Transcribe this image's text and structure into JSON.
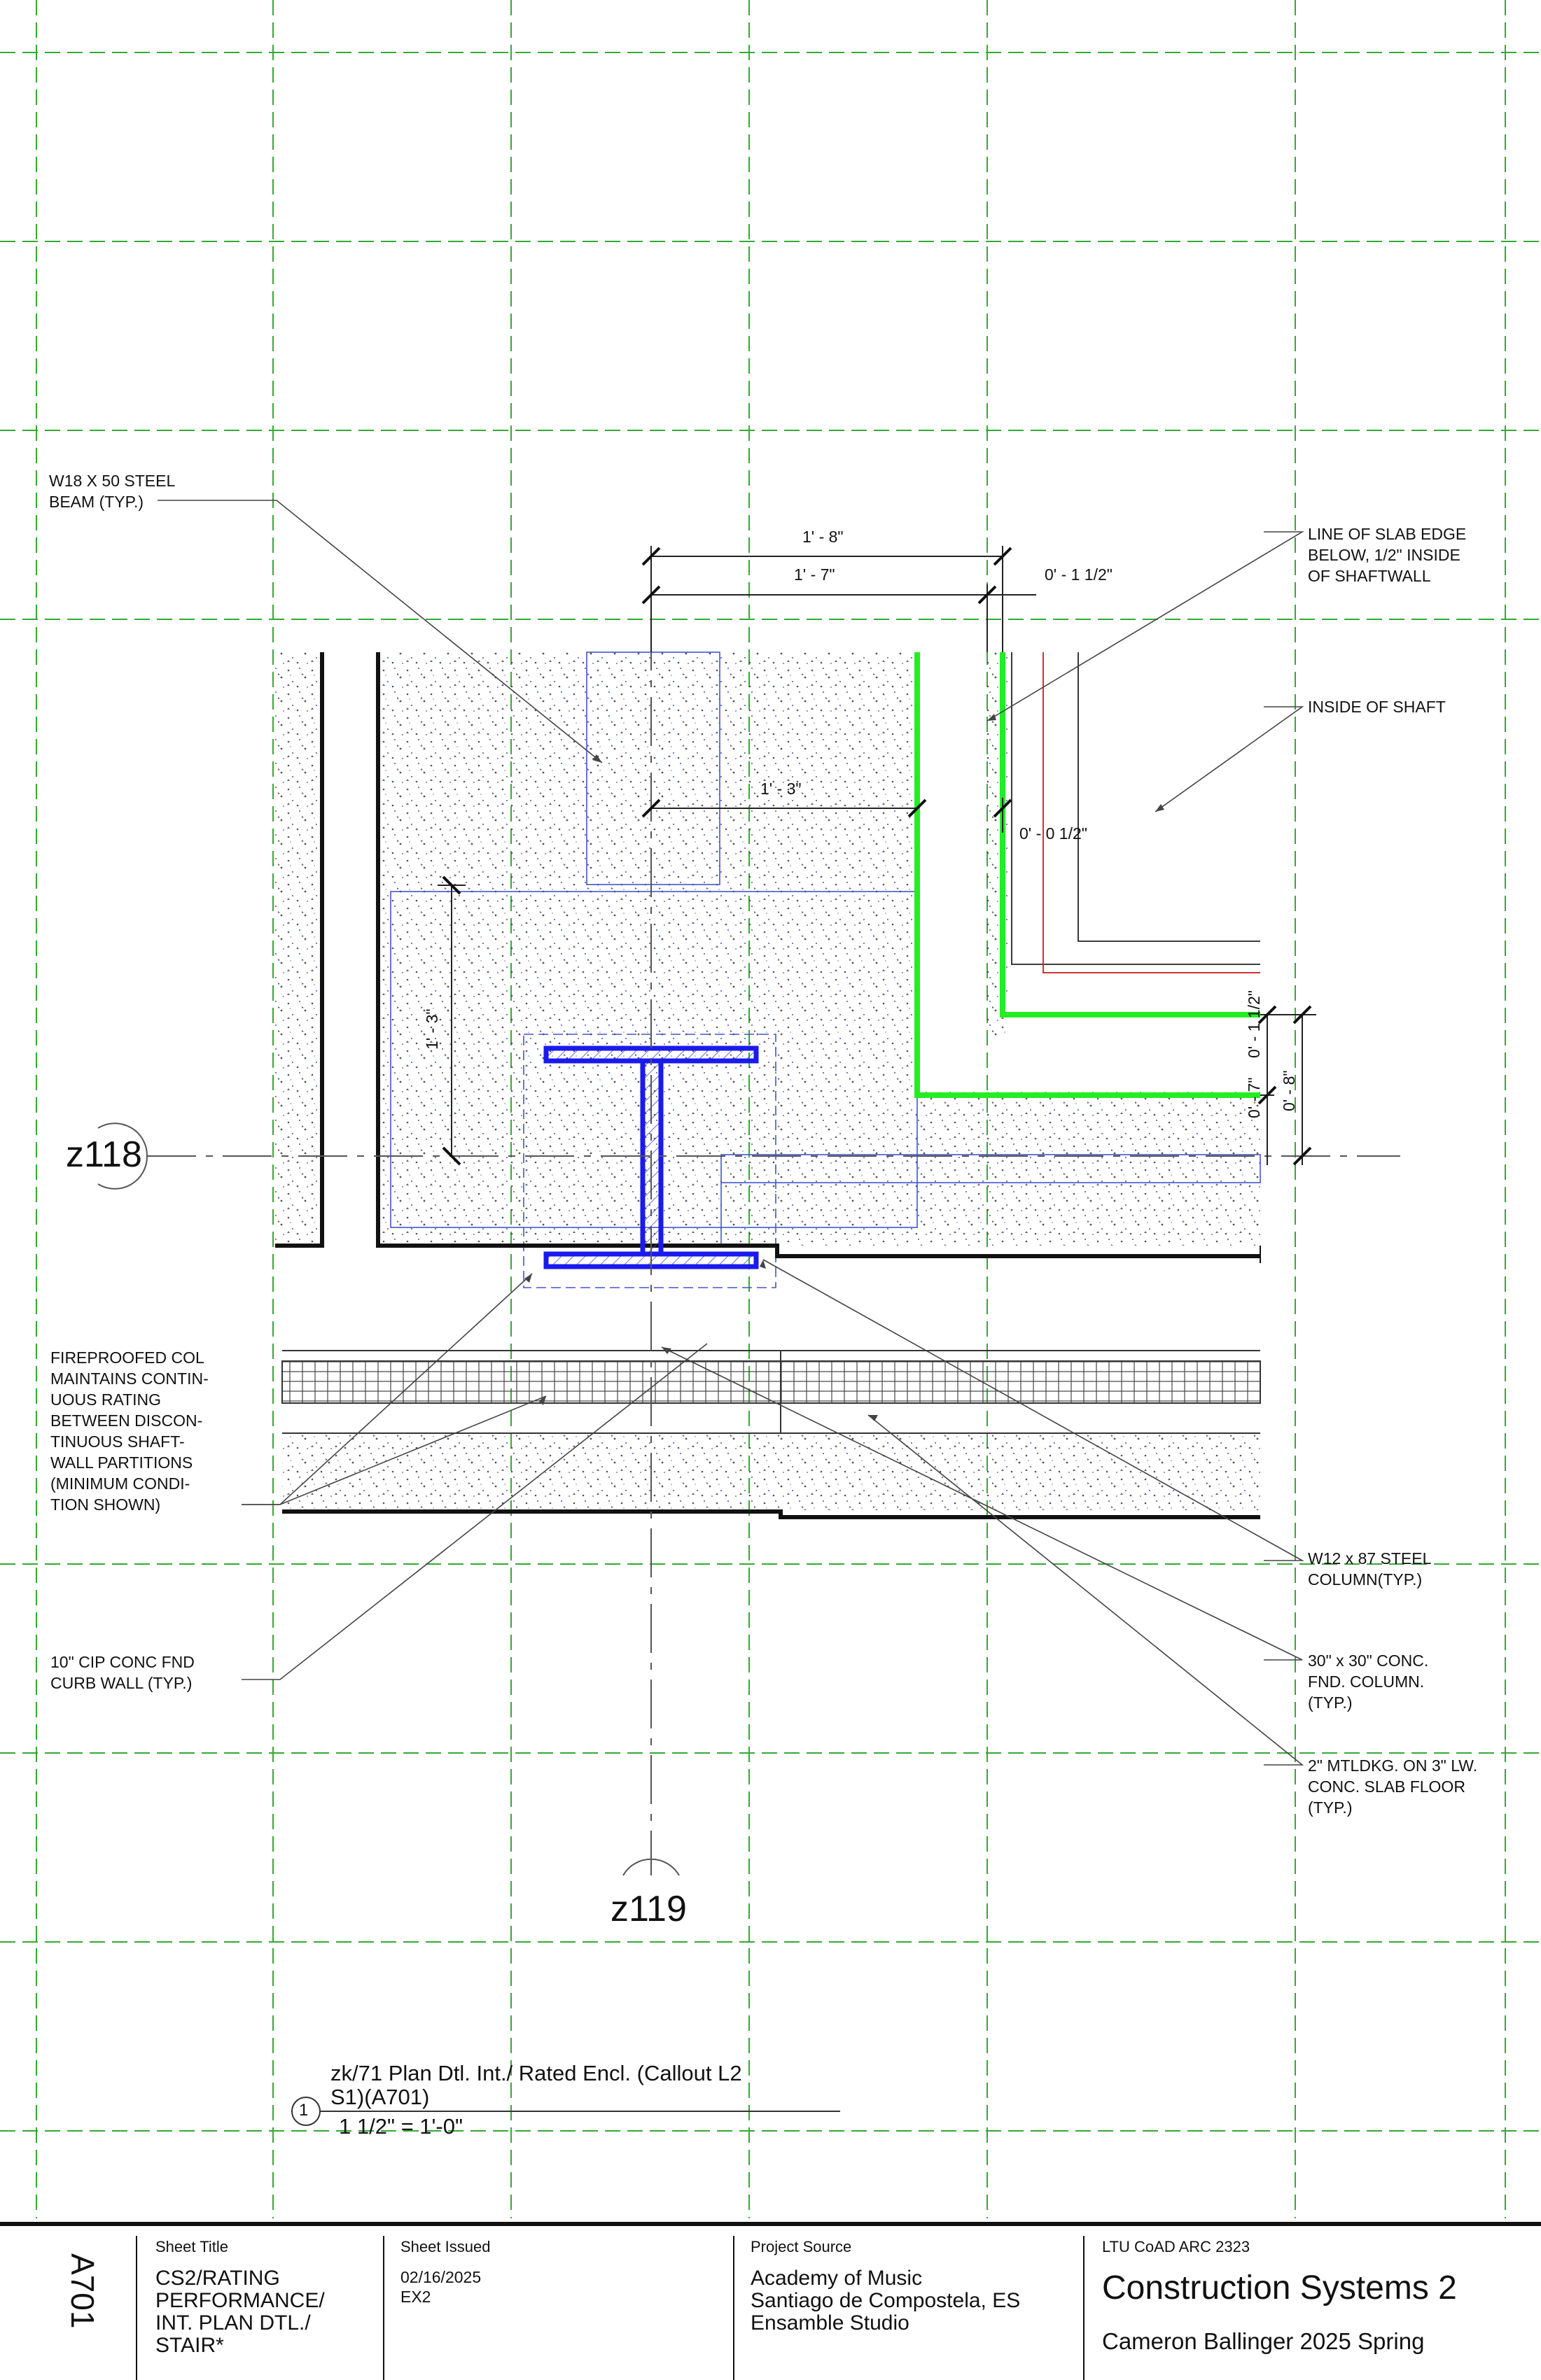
{
  "notes": {
    "beam": [
      "W18 X 50 STEEL",
      "BEAM (TYP.)"
    ],
    "slab_edge": [
      "LINE OF SLAB EDGE",
      "BELOW, 1/2\" INSIDE",
      "OF SHAFTWALL"
    ],
    "inside_shaft": [
      "INSIDE OF SHAFT"
    ],
    "fireproofed": [
      "FIREPROOFED COL",
      "MAINTAINS CONTIN-",
      "UOUS RATING",
      "BETWEEN DISCON-",
      "TINUOUS SHAFT-",
      "WALL PARTITIONS",
      "(MINIMUM CONDI-",
      "TION SHOWN)"
    ],
    "curb_wall": [
      "10\" CIP CONC FND",
      "CURB WALL (TYP.)"
    ],
    "column": [
      "W12 x 87 STEEL",
      "COLUMN(TYP.)"
    ],
    "fnd_column": [
      "30\" x 30\" CONC.",
      "FND. COLUMN.",
      "(TYP.)"
    ],
    "slab_floor": [
      "2\" MTLDKG. ON 3\" LW.",
      "CONC. SLAB FLOOR",
      "(TYP.)"
    ]
  },
  "dimensions": {
    "d1": "1' - 8\"",
    "d2": "1' - 7\"",
    "d3": "0' - 1 1/2\"",
    "d4": "1' - 3\"",
    "d5": "0' - 0 1/2\"",
    "d6": "1' - 3\"",
    "d7": "0' - 1 1/2\"",
    "d8": "0' - 7\"",
    "d9": "0' - 8\""
  },
  "grids": {
    "horizontal": "z118",
    "vertical": "z119"
  },
  "view": {
    "number": "1",
    "title_line1": "zk/71 Plan Dtl. Int./ Rated Encl. (Callout L2",
    "title_line2": "S1)(A701)",
    "scale": "1 1/2\" = 1'-0\""
  },
  "title_block": {
    "sheet_number": "A701",
    "sheet_title_label": "Sheet Title",
    "sheet_title": [
      "CS2/RATING",
      "PERFORMANCE/",
      "INT. PLAN DTL./",
      "STAIR*"
    ],
    "issued_label": "Sheet Issued",
    "issued_date": "02/16/2025",
    "issued_code": "EX2",
    "source_label": "Project Source",
    "source": [
      "Academy of Music",
      "Santiago de Compostela, ES",
      "Ensamble Studio"
    ],
    "course_label": "LTU CoAD ARC 2323",
    "course": "Construction Systems 2",
    "author": "Cameron Ballinger 2025 Spring"
  },
  "colors": {
    "linework": "#111111",
    "hidden_blue": "#3344cc",
    "column_blue": "#1a1aee",
    "shaft_green": "#22ee22",
    "guide_green": "#33aa33",
    "red_line": "#cc3333"
  }
}
